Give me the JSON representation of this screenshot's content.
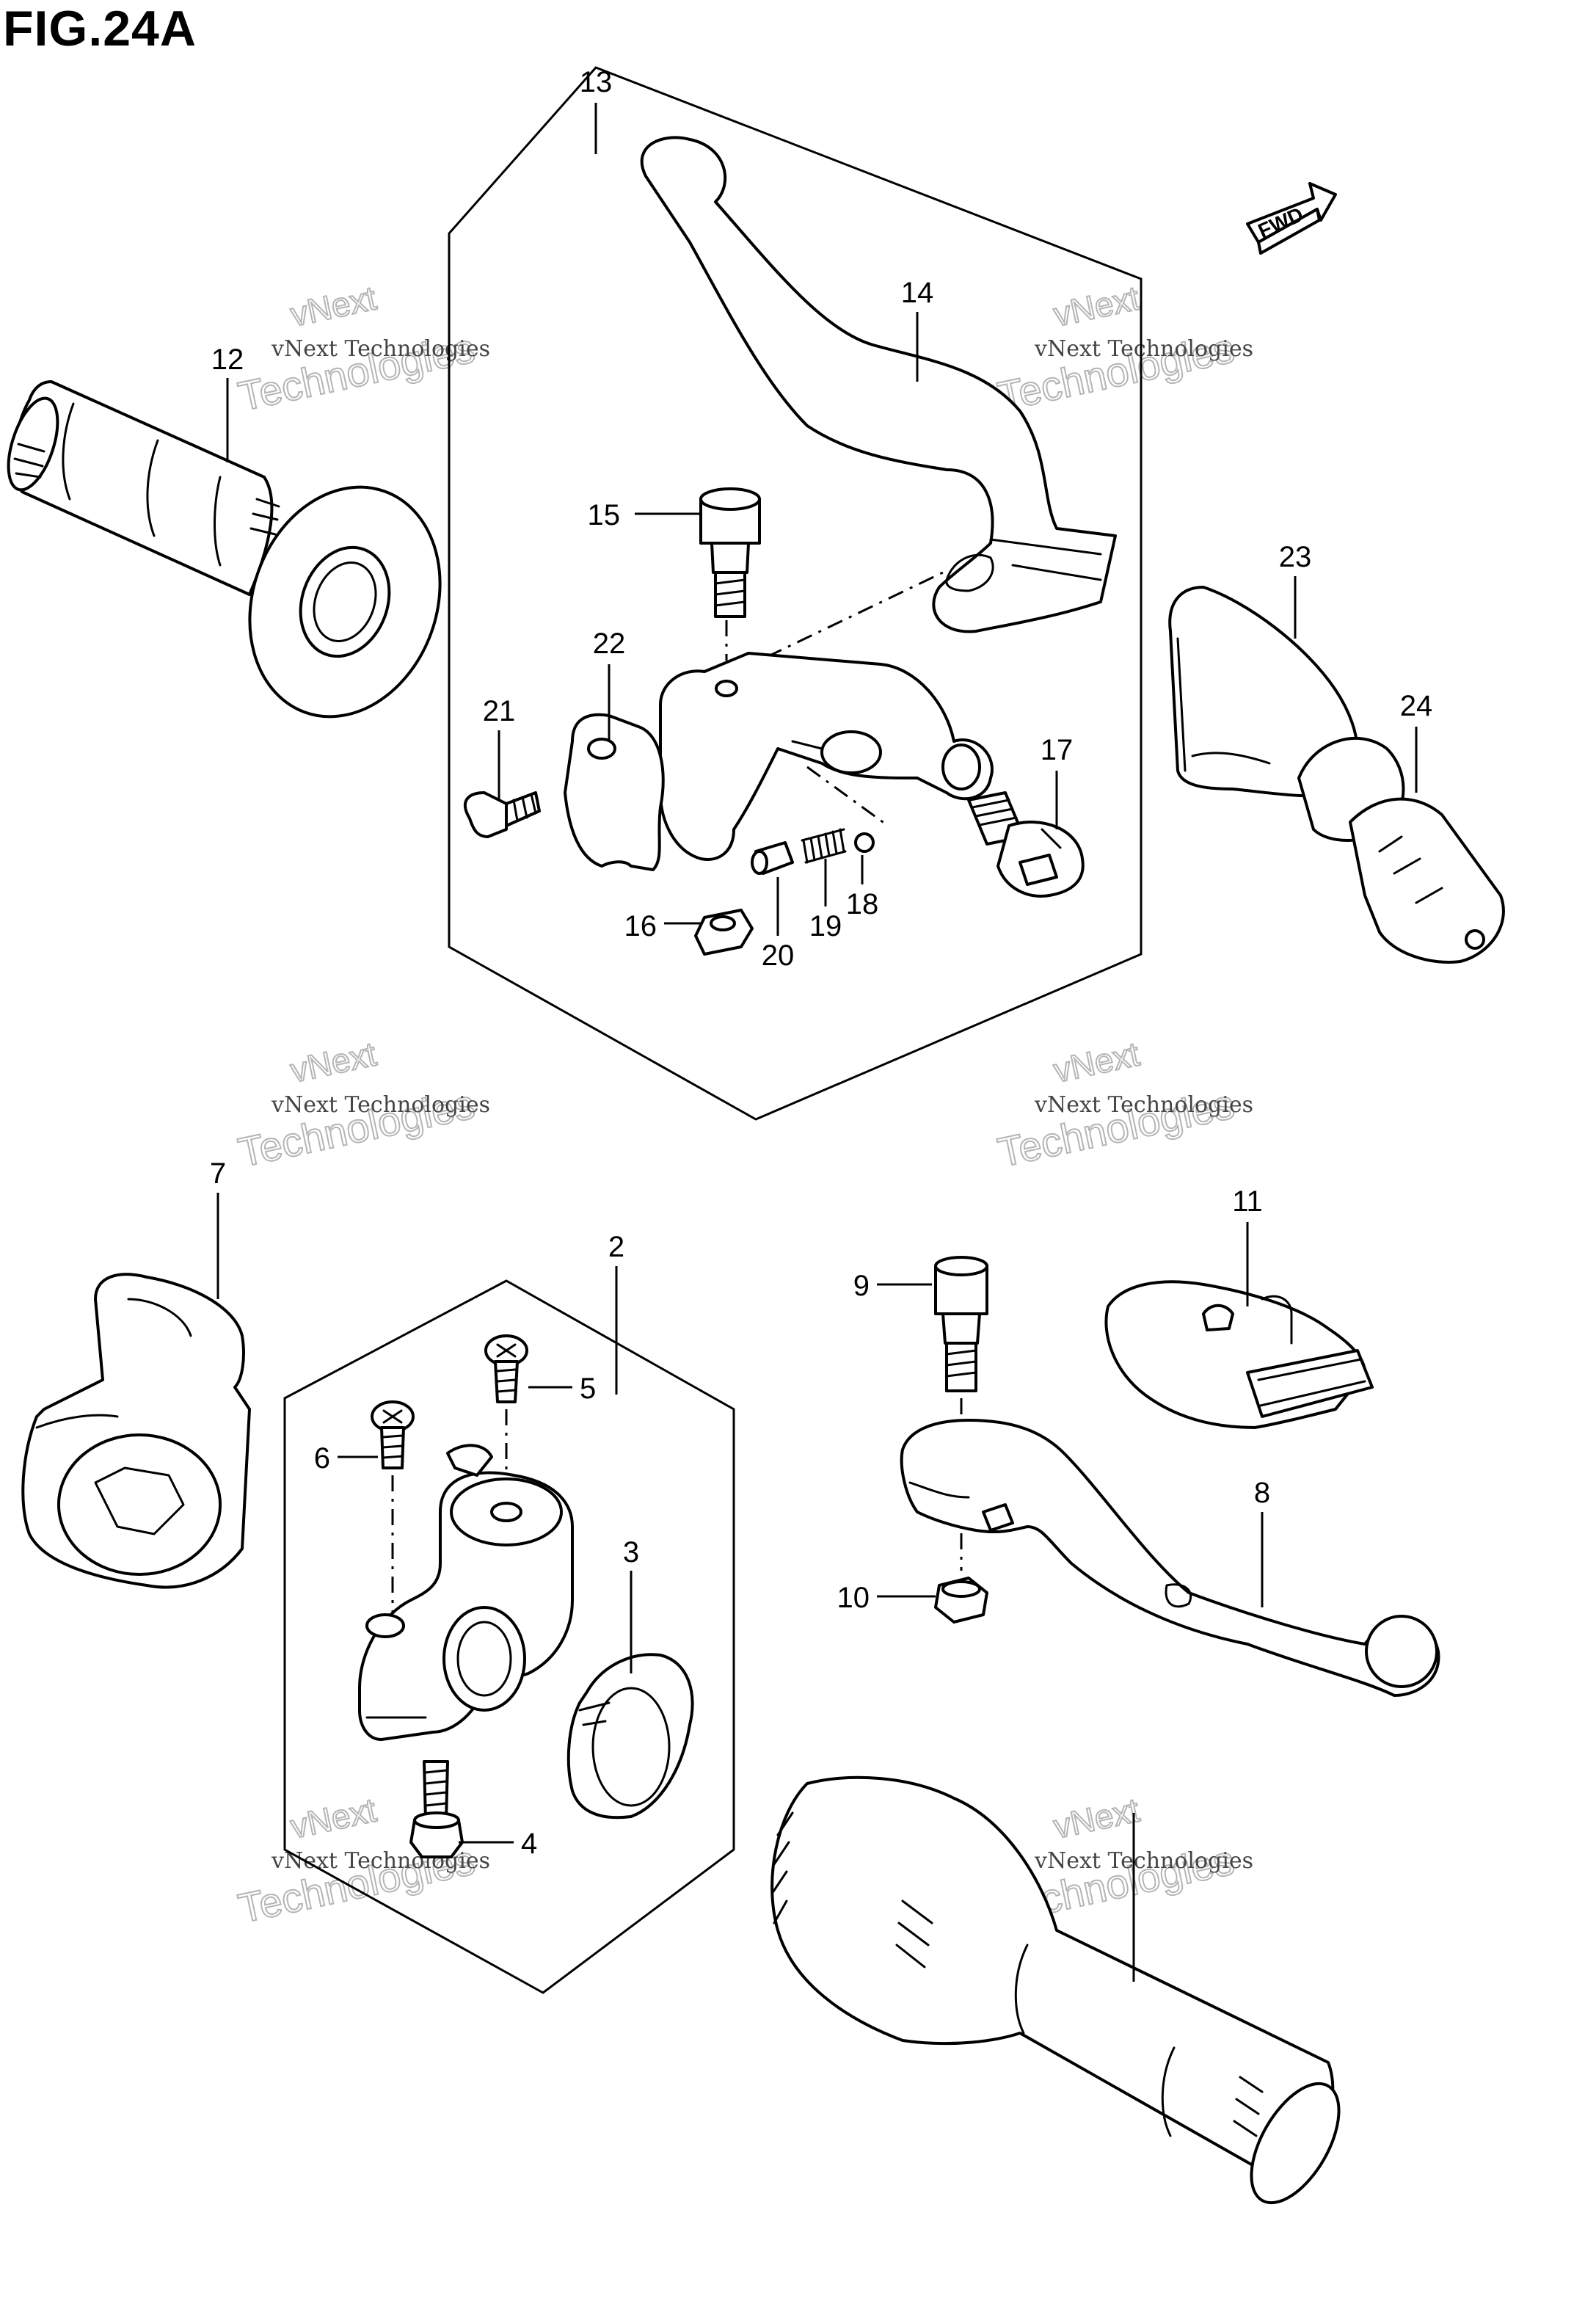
{
  "figure": {
    "title": "FIG.24A",
    "direction_label": "FWD"
  },
  "callouts": [
    {
      "id": "c13",
      "label": "13"
    },
    {
      "id": "c14",
      "label": "14"
    },
    {
      "id": "c15",
      "label": "15"
    },
    {
      "id": "c22",
      "label": "22"
    },
    {
      "id": "c21",
      "label": "21"
    },
    {
      "id": "c17",
      "label": "17"
    },
    {
      "id": "c18",
      "label": "18"
    },
    {
      "id": "c19",
      "label": "19"
    },
    {
      "id": "c20",
      "label": "20"
    },
    {
      "id": "c16",
      "label": "16"
    },
    {
      "id": "c12",
      "label": "12"
    },
    {
      "id": "c23",
      "label": "23"
    },
    {
      "id": "c24",
      "label": "24"
    },
    {
      "id": "c7",
      "label": "7"
    },
    {
      "id": "c2",
      "label": "2"
    },
    {
      "id": "c5",
      "label": "5"
    },
    {
      "id": "c6",
      "label": "6"
    },
    {
      "id": "c3",
      "label": "3"
    },
    {
      "id": "c4",
      "label": "4"
    },
    {
      "id": "c11",
      "label": "11"
    },
    {
      "id": "c9",
      "label": "9"
    },
    {
      "id": "c8",
      "label": "8"
    },
    {
      "id": "c10",
      "label": "10"
    }
  ],
  "watermark": {
    "line1": "vNext Technologies",
    "top_word": "vNext",
    "big_word": "Technologies"
  }
}
